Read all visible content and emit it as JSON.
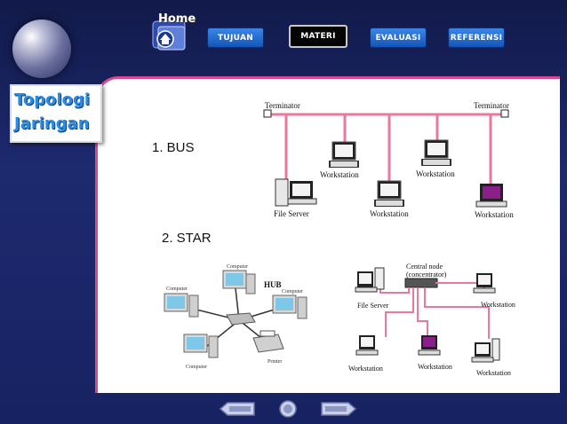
{
  "home": {
    "label": "Home"
  },
  "nav": {
    "items": [
      {
        "label": "TUJUAN"
      },
      {
        "label": "MATERI"
      },
      {
        "label": "EVALUASI"
      },
      {
        "label": "REFERENSI"
      }
    ]
  },
  "title": {
    "line1": "Topologi",
    "line2": "Jaringan"
  },
  "bus": {
    "heading": "1. BUS",
    "terminator_left": "Terminator",
    "terminator_right": "Terminator",
    "workstation1": "Workstation",
    "workstation2": "Workstation",
    "file_server": "File Server",
    "workstation3": "Workstation",
    "workstation4": "Workstation"
  },
  "star": {
    "heading": "2. STAR",
    "left": {
      "computer_top": "Computer",
      "computer_left": "Computer",
      "hub": "HUB",
      "computer_right": "Computer",
      "computer_bottom": "Computer",
      "printer": "Printer"
    },
    "right": {
      "central_node_1": "Central node",
      "central_node_2": "(concentrator)",
      "file_server": "File Server",
      "workstation_right": "Workstation",
      "workstation_bl": "Workstation",
      "workstation_bm": "Workstation",
      "workstation_br": "Workstation"
    }
  },
  "colors": {
    "accent": "#d64a8c",
    "nav": "#1f6ad6",
    "background": "#1a2565"
  }
}
